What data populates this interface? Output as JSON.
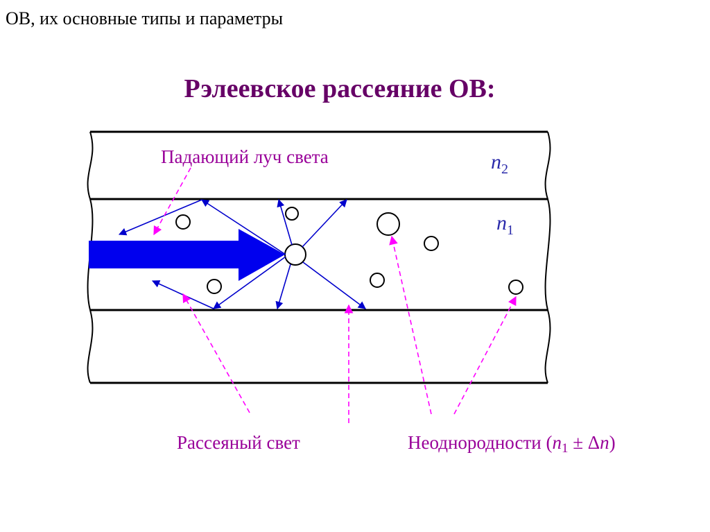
{
  "header": {
    "text": "ОВ, их основные типы и параметры"
  },
  "title": {
    "text": "Рэлеевское рассеяние ОВ:",
    "color": "#660066"
  },
  "colors": {
    "label": "#990099",
    "index": "#2a2aaa",
    "ray": "#0000cc",
    "arrow": "#0000ee",
    "pointer": "#ff00ff",
    "line": "#000000"
  },
  "labels": {
    "incident": "Падающий луч света",
    "scattered": "Рассеяный свет",
    "inhomog_prefix": "Неоднородности (",
    "inhomog_n": "n",
    "inhomog_sub": "1",
    "inhomog_pm": " ± Δ",
    "inhomog_n2": "n",
    "inhomog_suffix": ")"
  },
  "indices": {
    "cladding": {
      "base": "n",
      "sub": "2"
    },
    "core": {
      "base": "n",
      "sub": "1"
    }
  }
}
